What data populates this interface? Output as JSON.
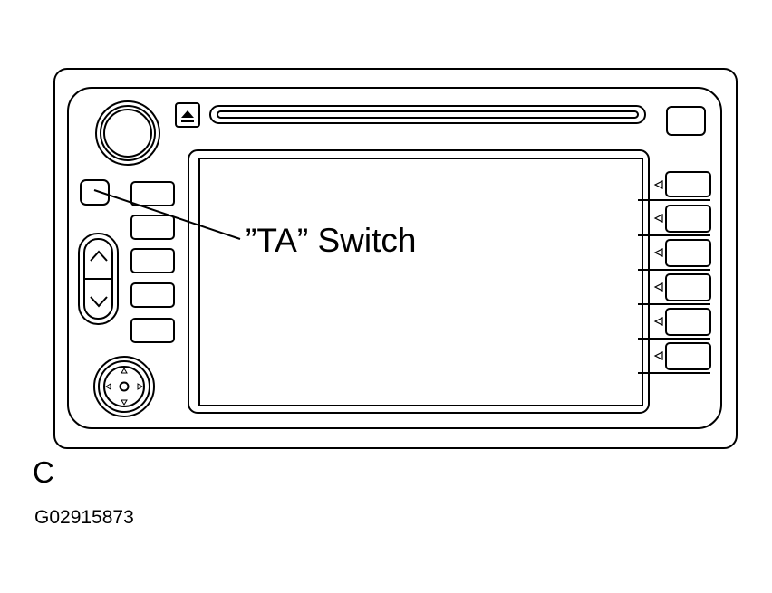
{
  "callout": {
    "label": "”TA” Switch"
  },
  "view_letter": "C",
  "figure_id": "G02915873",
  "icons": {
    "eject": "eject-icon",
    "scroll_up": "chevron-up-icon",
    "scroll_down": "chevron-down-icon",
    "joystick": "directional-pad-icon",
    "preset_marker": "triangle-left-icon"
  }
}
